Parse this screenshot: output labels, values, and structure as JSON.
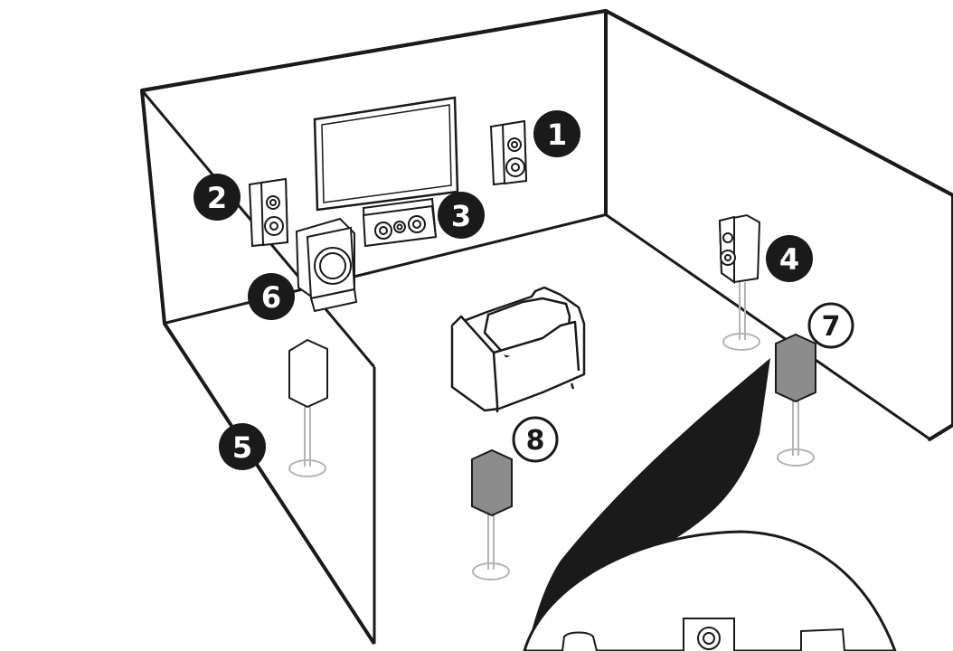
{
  "colors": {
    "line": "#1a1a1a",
    "badge_fill": "#1a1a1a",
    "badge_text": "#ffffff",
    "grey_speaker": "#8c8c8c",
    "stand_grey": "#b4b4b4",
    "background": "#ffffff"
  },
  "labels": {
    "front_right": "1",
    "front_left": "2",
    "center": "3",
    "surround_right": "4",
    "surround_left": "5",
    "subwoofer": "6",
    "surround_back_right": "7",
    "surround_back_left": "8"
  },
  "icons": [
    "tv-icon",
    "bookshelf-speaker-icon",
    "center-speaker-icon",
    "subwoofer-icon",
    "floor-stand-speaker-icon",
    "sofa-icon"
  ]
}
